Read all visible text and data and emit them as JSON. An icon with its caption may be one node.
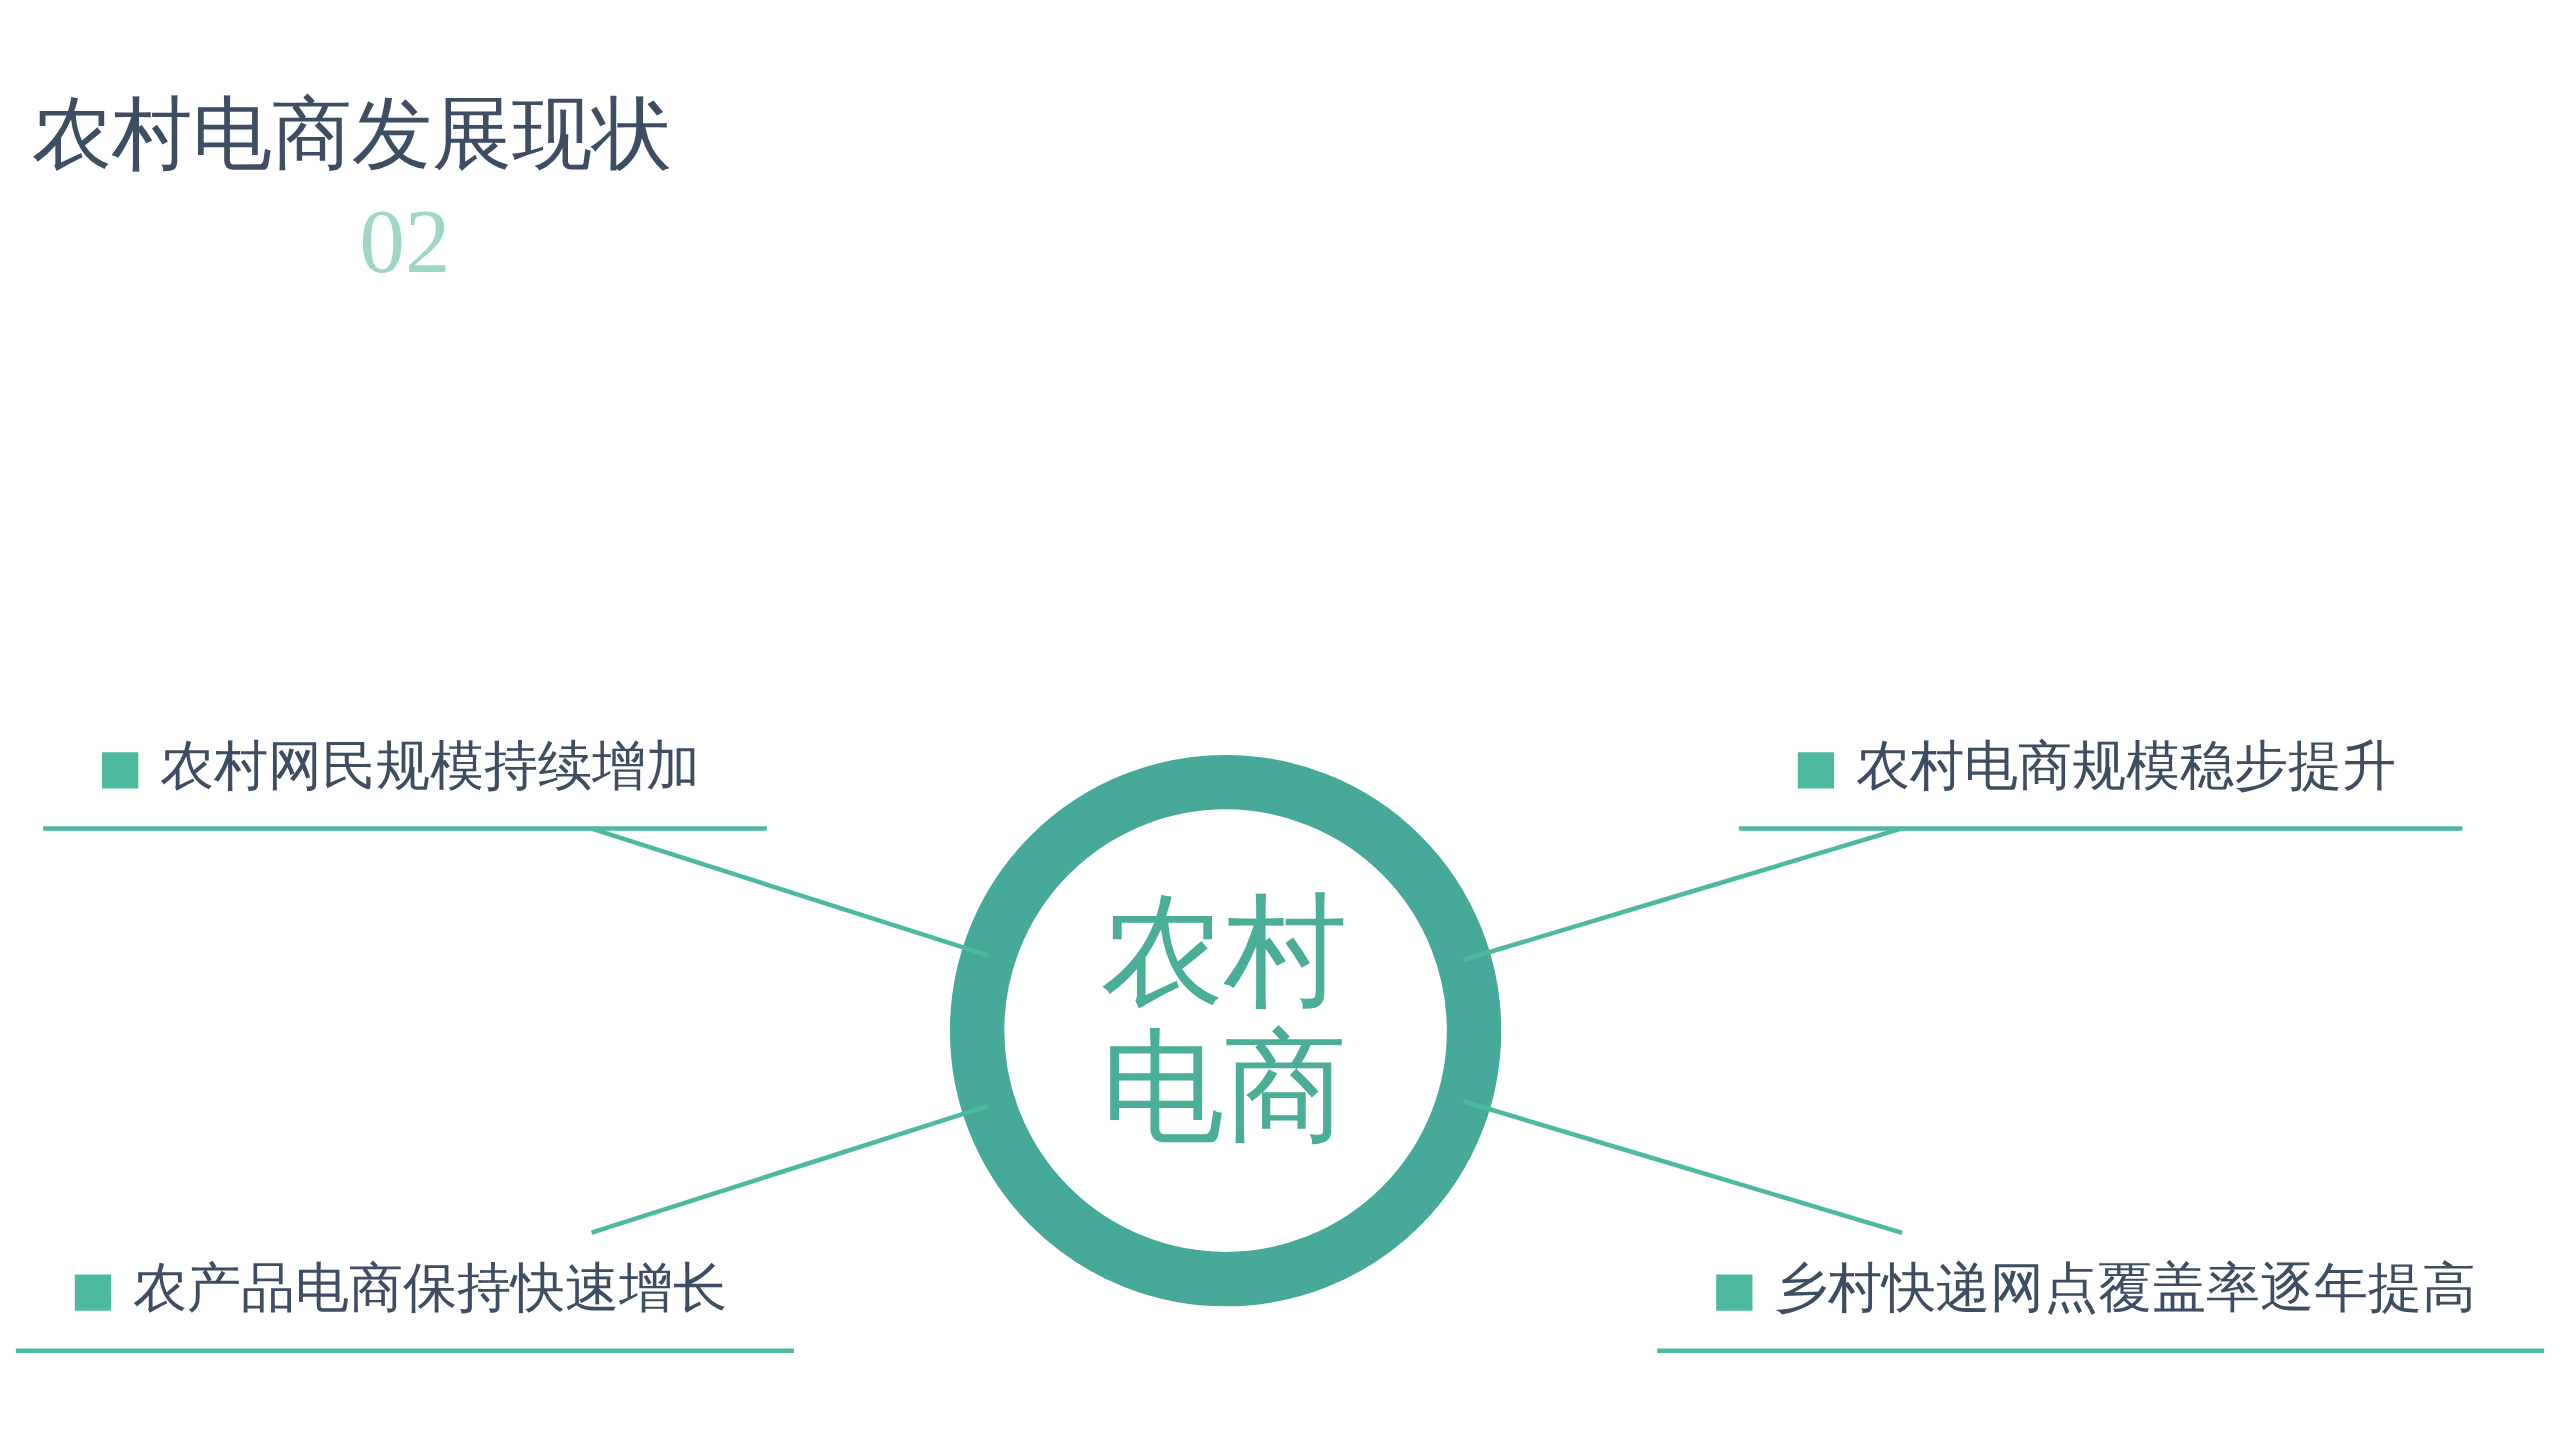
{
  "diagram": {
    "title": "农村电商发展现状",
    "nodes": [
      {
        "text": [
          "农村网民规模持续增加"
        ]
      },
      {
        "text": [
          "农村电商规模稳步提升"
        ]
      },
      {
        "text": [
          "农村电商"
        ]
      },
      {
        "text": [
          "乡村快递网点覆盖率逐年提高"
        ]
      },
      {
        "text": [
          "农产品电商保持快速增长"
        ]
      }
    ],
    "edges": [
      {
        "from": 0,
        "to": 2,
        "arrow": "none"
      },
      {
        "from": 2,
        "to": 1,
        "arrow": "none"
      },
      {
        "from": 2,
        "to": 3,
        "arrow": "none"
      },
      {
        "from": 4,
        "to": 2,
        "arrow": "none"
      }
    ],
    "labels": [
      "02"
    ]
  }
}
